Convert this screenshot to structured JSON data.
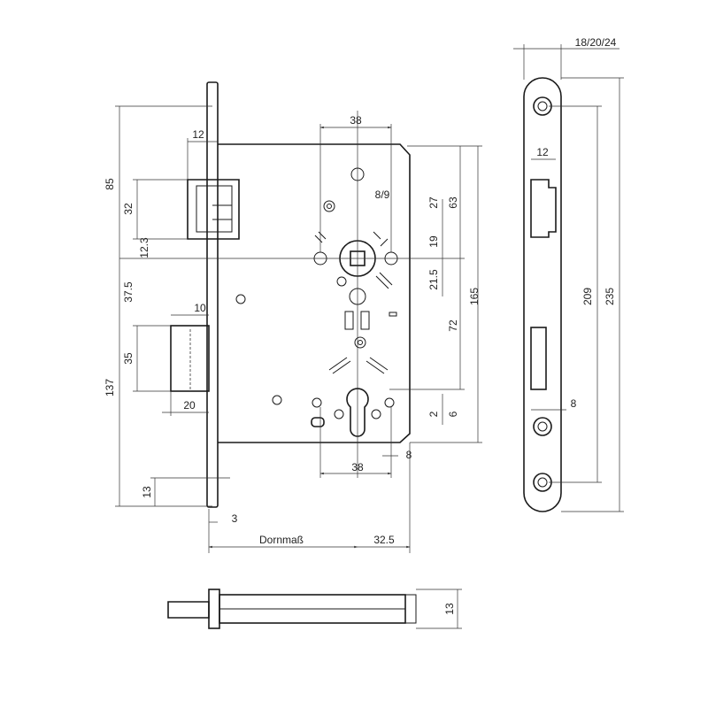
{
  "diagram": {
    "dimensions": {
      "backset_label": "Dornmaß",
      "d_32_5": "32.5",
      "d_3": "3",
      "d_13_face": "13",
      "d_137": "137",
      "d_85": "85",
      "d_32": "32",
      "d_12_3": "12.3",
      "d_12_latch": "12",
      "d_37_5": "37.5",
      "d_35": "35",
      "d_10": "10",
      "d_20": "20",
      "d_38_top": "38",
      "d_8_9": "8/9",
      "d_27": "27",
      "d_63": "63",
      "d_19": "19",
      "d_21_5": "21.5",
      "d_165": "165",
      "d_72": "72",
      "d_2": "2",
      "d_6": "6",
      "d_38_bottom": "38",
      "d_8_bottom": "8",
      "d_18_20_24": "18/20/24",
      "d_12_plate": "12",
      "d_209": "209",
      "d_235": "235",
      "d_8_plate": "8",
      "d_13_bottom": "13"
    }
  }
}
